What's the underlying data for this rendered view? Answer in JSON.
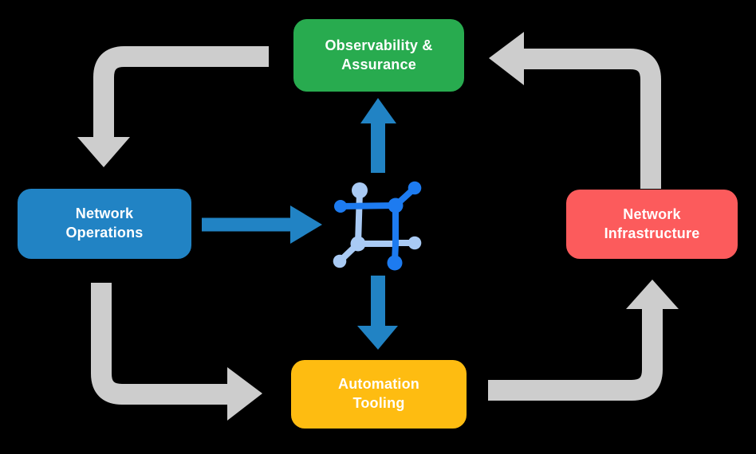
{
  "diagram": {
    "title": "network automation lifecycle diagram",
    "background_color": "#000000",
    "colors": {
      "cycle_arrow_gray": "#cdcdcd",
      "data_arrow_blue": "#2183c4",
      "icon_dark_blue": "#1d7bf0",
      "icon_light_blue": "#a9caf4",
      "node_text": "#ffffff"
    },
    "nodes": [
      {
        "id": "observability-assurance",
        "label": "Observability &\nAssurance",
        "color": "#28ab4f"
      },
      {
        "id": "network-operations",
        "label": "Network\nOperations",
        "color": "#2183c4"
      },
      {
        "id": "network-infrastructure",
        "label": "Network\nInfrastructure",
        "color": "#fc5b5c"
      },
      {
        "id": "automation-tooling",
        "label": "Automation\nTooling",
        "color": "#febc11"
      }
    ],
    "center_icon": {
      "name": "network-mesh-icon"
    },
    "flows": [
      {
        "from": "observability-assurance",
        "to": "network-operations",
        "style": "gray-cycle"
      },
      {
        "from": "network-operations",
        "to": "automation-tooling",
        "style": "gray-cycle"
      },
      {
        "from": "automation-tooling",
        "to": "network-infrastructure",
        "style": "gray-cycle"
      },
      {
        "from": "network-infrastructure",
        "to": "observability-assurance",
        "style": "gray-cycle"
      },
      {
        "from": "network-operations",
        "to": "network-mesh-icon",
        "style": "blue"
      },
      {
        "from": "network-mesh-icon",
        "to": "observability-assurance",
        "style": "blue"
      },
      {
        "from": "network-mesh-icon",
        "to": "automation-tooling",
        "style": "blue"
      }
    ]
  }
}
